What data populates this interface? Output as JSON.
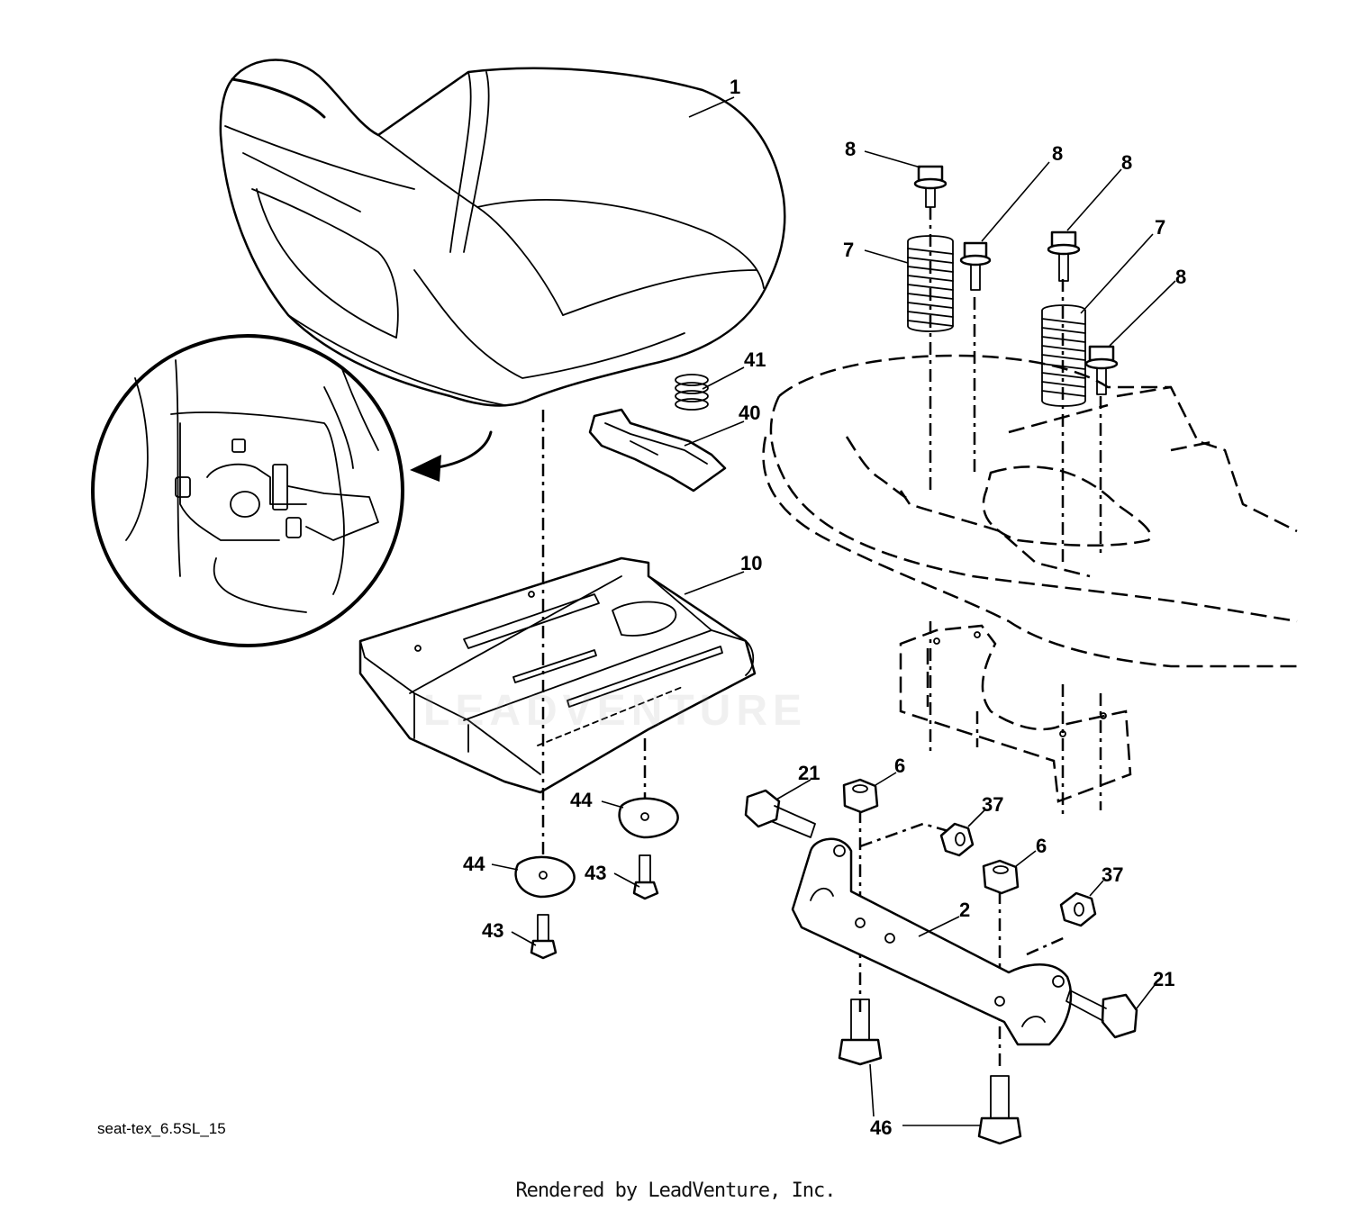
{
  "labels": {
    "seat": "1",
    "bolt_top_left": "8",
    "bolt_top_mid": "8",
    "bolt_top_right": "8",
    "bolt_right": "8",
    "spring_left": "7",
    "spring_right": "7",
    "small_spring": "41",
    "clip": "40",
    "seat_pan": "10",
    "bolt_21_left": "21",
    "bolt_21_right": "21",
    "nut_6_left": "6",
    "nut_6_right": "6",
    "nut_37_left": "37",
    "nut_37_right": "37",
    "bracket": "2",
    "washer_44_right": "44",
    "washer_44_left": "44",
    "screw_43_right": "43",
    "screw_43_left": "43",
    "bolt_46": "46"
  },
  "footer": {
    "code": "seat-tex_6.5SL_15",
    "credit": "Rendered by LeadVenture, Inc."
  },
  "watermark": "LEADVENTURE"
}
